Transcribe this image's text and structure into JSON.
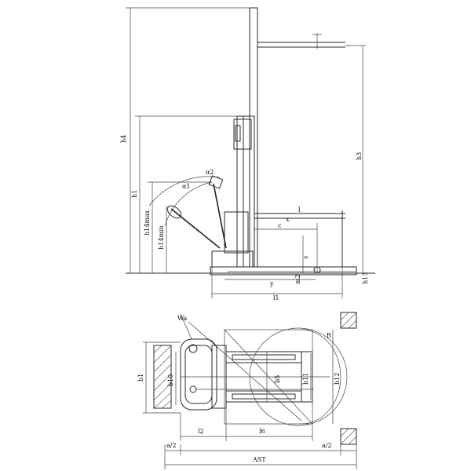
{
  "side_view": {
    "labels": {
      "h4": "h4",
      "h3": "h3",
      "h1": "h1",
      "h14max": "h14max",
      "h14min": "h14min",
      "angle1": "α1",
      "angle2": "α2",
      "l": "l",
      "x": "x",
      "c": "c",
      "y": "y",
      "l1": "l1",
      "s": "s",
      "m2": "m2",
      "h13": "h13"
    }
  },
  "top_view": {
    "labels": {
      "wa": "Wa",
      "r": "R",
      "b1": "b1",
      "b10": "b10",
      "b5": "b5",
      "b11": "b11",
      "b12": "b12",
      "l2": "l2",
      "l6": "l6",
      "a_half_left": "a/2",
      "a_half_right": "a/2",
      "ast": "AST"
    }
  }
}
